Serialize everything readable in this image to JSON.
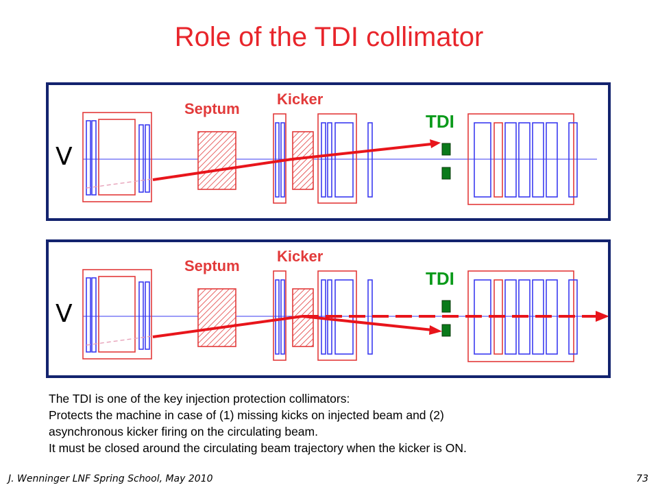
{
  "slide": {
    "title": "Role of the TDI collimator",
    "footer_left": "J. Wenninger LNF Spring School, May 2010",
    "page_number": "73"
  },
  "diagram": {
    "top": {
      "septum_label": "Septum",
      "kicker_label": "Kicker",
      "tdi_label": "TDI",
      "plane_label": "V"
    },
    "bottom": {
      "septum_label": "Septum",
      "kicker_label": "Kicker",
      "tdi_label": "TDI",
      "plane_label": "V"
    }
  },
  "text": {
    "line1": "The TDI is one of the key injection protection collimators:",
    "line2": "Protects the machine in case of (1) missing kicks on injected beam and (2)",
    "line3": "asynchronous kicker firing on the circulating beam.",
    "line4": "It must be closed around the circulating beam trajectory when the kicker is ON."
  },
  "colors": {
    "title": "#e8252b",
    "frame": "#13236e",
    "elements_blue": "#3a3af0",
    "elements_red": "#e23a3a",
    "beam": "#e8151b",
    "tdi_jaw": "#0a7a1a"
  }
}
